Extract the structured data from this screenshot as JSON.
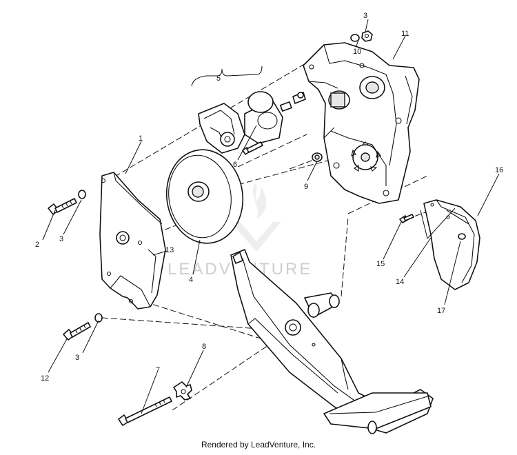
{
  "diagram": {
    "callouts": {
      "c1": "1",
      "c2": "2",
      "c3a": "3",
      "c3b": "3",
      "c3c": "3",
      "c4": "4",
      "c5": "5",
      "c6": "6",
      "c7": "7",
      "c8": "8",
      "c9": "9",
      "c10": "10",
      "c11": "11",
      "c12": "12",
      "c13": "13",
      "c14": "14",
      "c15": "15",
      "c16": "16",
      "c17": "17"
    },
    "watermark": "LEADVENTURE",
    "credit": "Rendered by LeadVenture, Inc."
  }
}
